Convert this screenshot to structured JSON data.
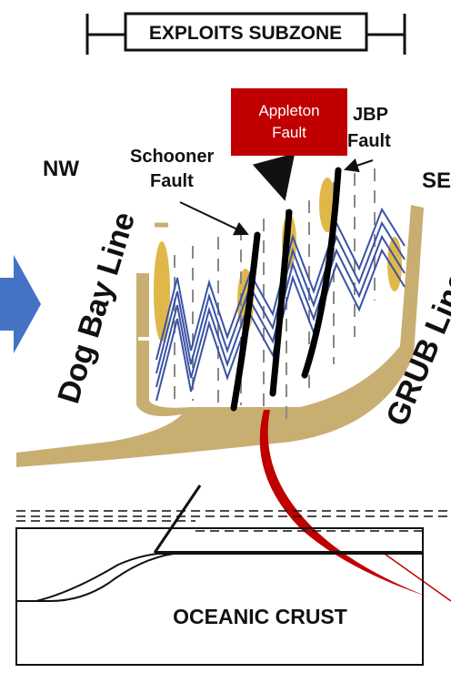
{
  "header": {
    "subzone_label": "EXPLOITS SUBZONE"
  },
  "directions": {
    "left": "NW",
    "right": "SE"
  },
  "lines": {
    "dog_bay": "Dog Bay Line",
    "grub": "GRUB Line"
  },
  "faults": {
    "schooner": [
      "Schooner",
      "Fault"
    ],
    "appleton": [
      "Appleton",
      "Fault"
    ],
    "jbp": [
      "JBP",
      "Fault"
    ]
  },
  "section": {
    "crust_label": "OCEANIC CRUST"
  },
  "colors": {
    "tan_band": "#c9ae72",
    "gold_lens": "#e0b84a",
    "fold_blue": "#3a53a4",
    "arrow_blue": "#4472c4",
    "callout_red": "#c00000"
  }
}
